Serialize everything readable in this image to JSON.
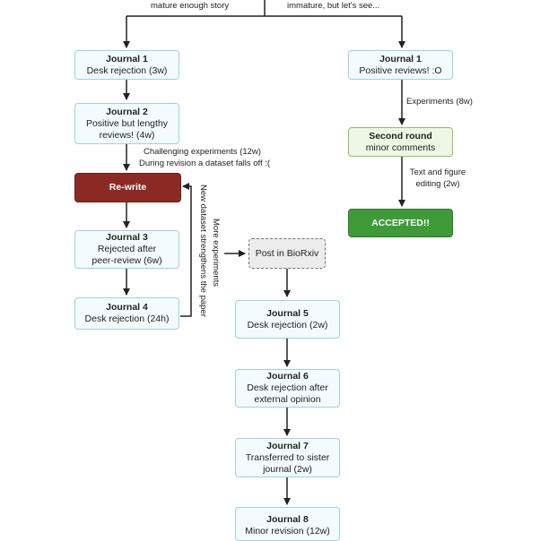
{
  "top": {
    "left_label": "mature enough story",
    "right_label": "immature, but let's see..."
  },
  "nodes": {
    "j1_left": {
      "title": "Journal 1",
      "text": "Desk rejection (3w)"
    },
    "j2": {
      "title": "Journal 2",
      "text": "Positive but lengthy",
      "text2": "reviews! (4w)"
    },
    "rewrite": {
      "text": "Re-write"
    },
    "j3": {
      "title": "Journal 3",
      "text": "Rejected after",
      "text2": "peer-review (6w)"
    },
    "j4": {
      "title": "Journal 4",
      "text": "Desk rejection (24h)"
    },
    "biorxiv": {
      "text": "Post in BioRxiv"
    },
    "j5": {
      "title": "Journal 5",
      "text": "Desk rejection (2w)"
    },
    "j6": {
      "title": "Journal 6",
      "text": "Desk rejection after",
      "text2": "external opinion"
    },
    "j7": {
      "title": "Journal 7",
      "text": "Transferred to sister",
      "text2": "journal (2w)"
    },
    "j8": {
      "title": "Journal 8",
      "text": "Minor revision (12w)"
    },
    "j1_right": {
      "title": "Journal 1",
      "text": "Positive reviews! :O"
    },
    "second": {
      "title": "Second round",
      "text": "minor comments"
    },
    "accepted": {
      "text": "ACCEPTED!!"
    }
  },
  "edge_labels": {
    "challenging_1": "Challenging experiments (12w)",
    "challenging_2": "During revision a dataset falls off :(",
    "more_exp_1": "More experiments",
    "more_exp_2": "New dataset strengthens the paper",
    "experiments": "Experiments (8w)",
    "text_fig_1": "Text and figure",
    "text_fig_2": "editing (2w)"
  },
  "colors": {
    "journal_fill": "#f3fbfe",
    "journal_border": "#9fd0e6",
    "rewrite": "#8b2a25",
    "second_round": "#eef6e4",
    "accepted": "#3f9a3a",
    "biorxiv": "#ececec"
  }
}
